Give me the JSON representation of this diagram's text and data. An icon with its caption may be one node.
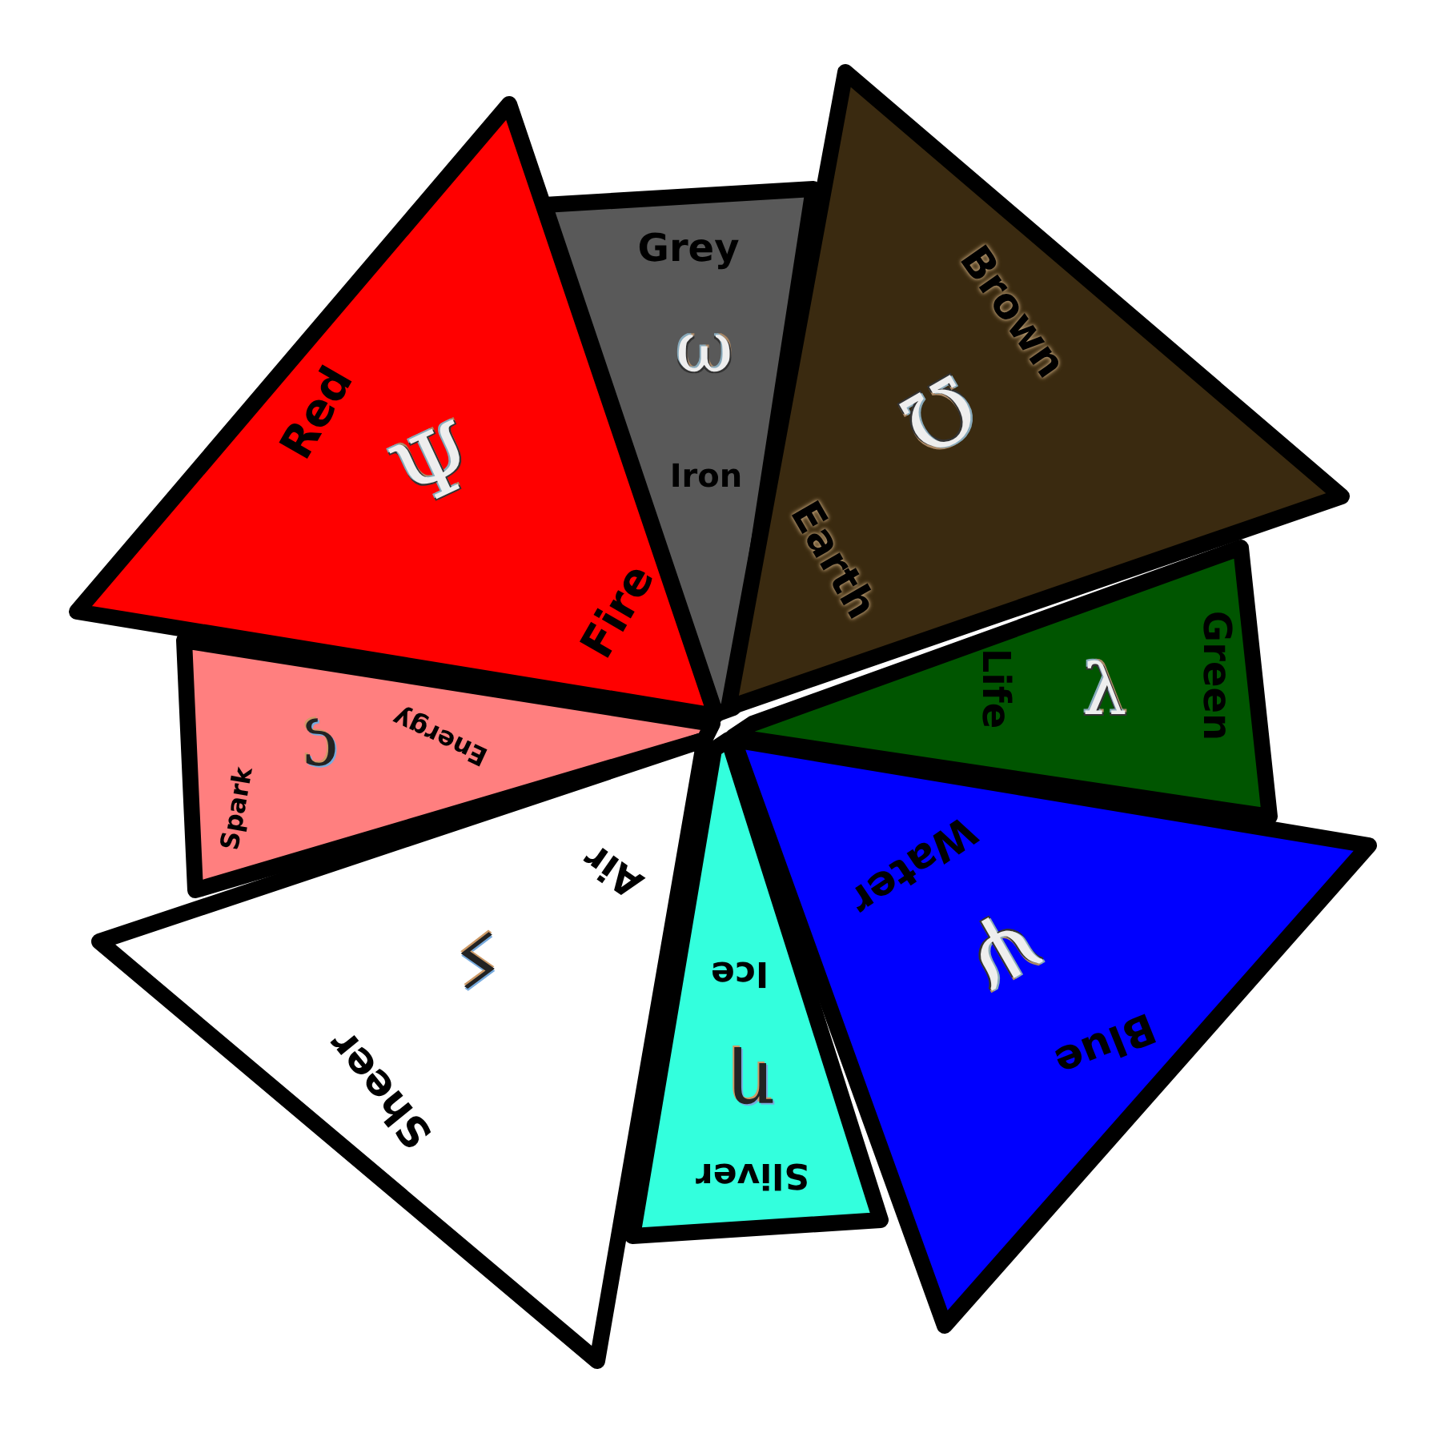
{
  "diagram": {
    "nodes": [
      {
        "text": [
          "Red",
          "Ψ",
          "Fire"
        ]
      },
      {
        "text": [
          "Grey",
          "ω",
          "Iron"
        ]
      },
      {
        "text": [
          "Brown",
          "Ω",
          "Earth"
        ]
      },
      {
        "text": [
          "Green",
          "λ",
          "Life"
        ]
      },
      {
        "text": [
          "Water",
          "ψ",
          "Blue"
        ]
      },
      {
        "text": [
          "Ice",
          "η",
          "Sliver"
        ]
      },
      {
        "text": [
          "Air",
          "ϟ",
          "Sheer"
        ]
      },
      {
        "text": [
          "Energy",
          "ς",
          "Spark"
        ]
      }
    ]
  }
}
